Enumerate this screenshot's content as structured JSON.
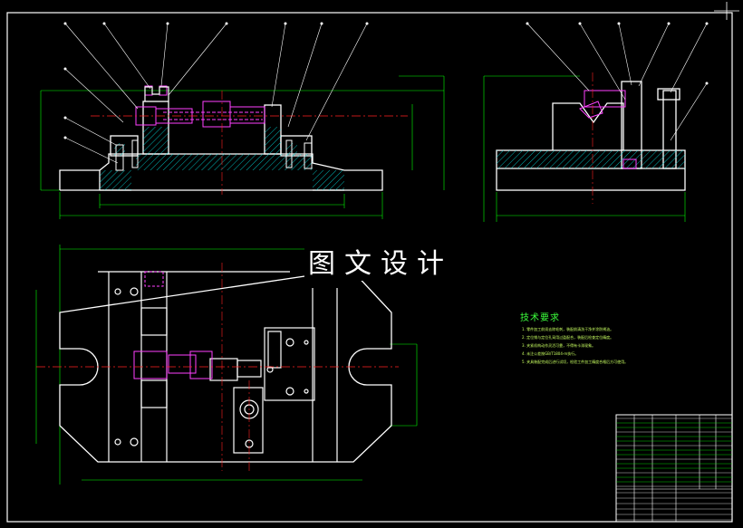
{
  "watermark": "图文设计",
  "technical_requirements": {
    "title": "技术要求",
    "items": [
      "1. 零件加工前须去除毛刺，装配前清洗干净并涂防锈油。",
      "2. 定位销与定位孔采用过盈配合，装配后检查定位精度。",
      "3. 夹紧机构动作灵活可靠，不得有卡滞现象。",
      "4. 未注公差按GB/T1804-m执行。",
      "5. 夹具装配完成后进行试切，检验工件加工精度合格后方可使用。"
    ]
  },
  "colors": {
    "background": "#000000",
    "outline": "#ffffff",
    "dimension": "#00ff00",
    "centerline": "#ff2020",
    "hidden": "#ff40ff",
    "hatch": "#00ffff",
    "leader": "#ffffff"
  }
}
